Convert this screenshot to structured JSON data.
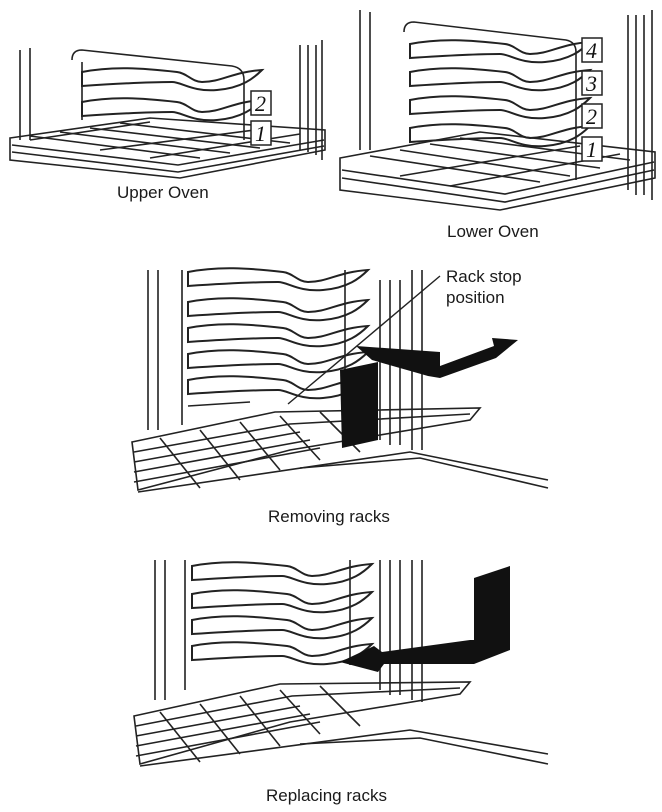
{
  "figures": {
    "upper_oven": {
      "caption": "Upper Oven",
      "rack_positions": [
        "2",
        "1"
      ]
    },
    "lower_oven": {
      "caption": "Lower Oven",
      "rack_positions": [
        "4",
        "3",
        "2",
        "1"
      ]
    },
    "removing": {
      "caption": "Removing racks",
      "callout": [
        "Rack stop",
        "position"
      ]
    },
    "replacing": {
      "caption": "Replacing racks"
    }
  },
  "colors": {
    "line": "#222222",
    "arrow": "#111111",
    "background": "#ffffff"
  }
}
